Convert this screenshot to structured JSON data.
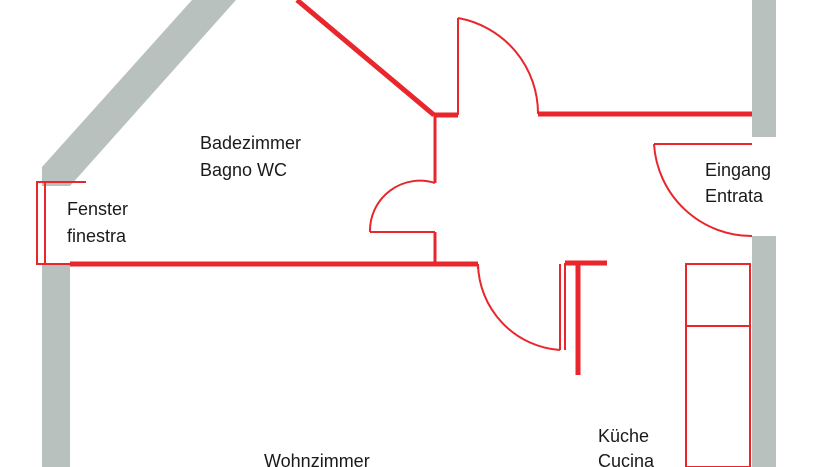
{
  "colors": {
    "outer_wall": "#b9c1be",
    "inner_wall": "#e8262b",
    "background": "#ffffff",
    "text": "#1a1a1a"
  },
  "rooms": {
    "bathroom": {
      "line1": "Badezimmer",
      "line2": "Bagno WC"
    },
    "window": {
      "line1": "Fenster",
      "line2": "finestra"
    },
    "entrance": {
      "line1": "Eingang",
      "line2": "Entrata"
    },
    "kitchen": {
      "line1": "Küche",
      "line2": "Cucina"
    },
    "living": {
      "line1": "Wohnzimmer"
    }
  }
}
